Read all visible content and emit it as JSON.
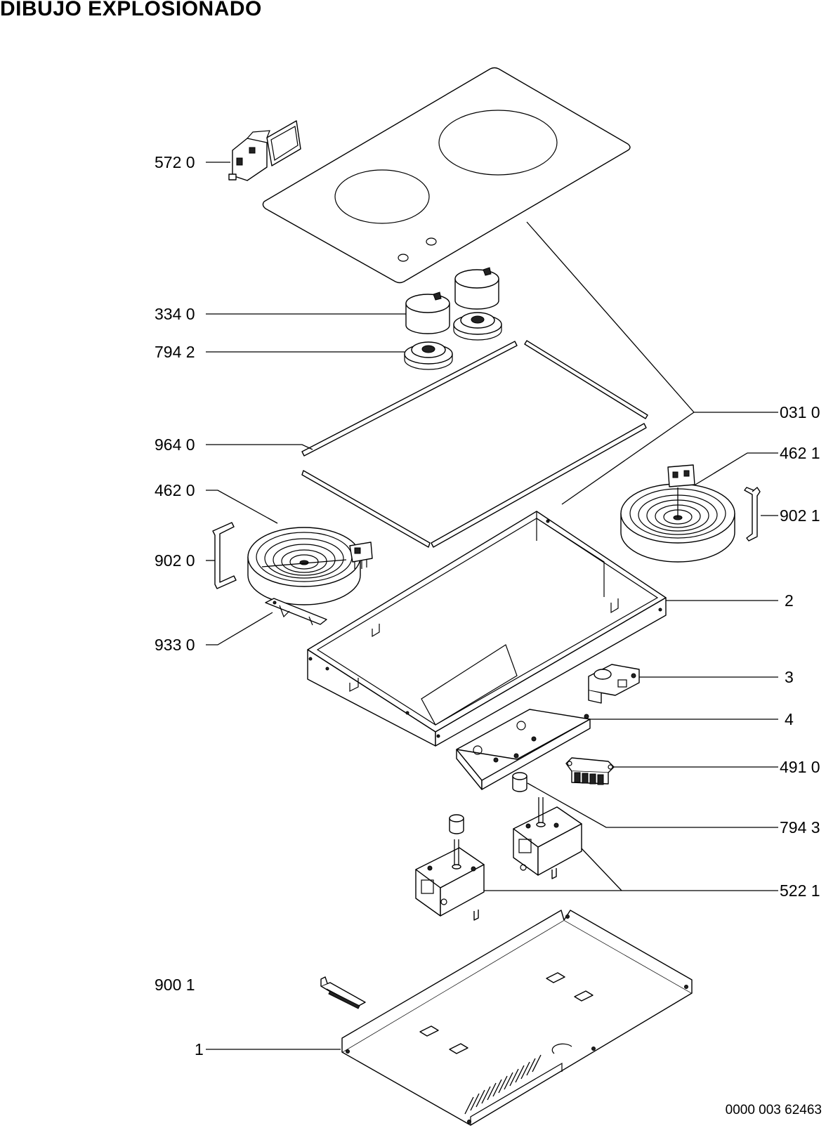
{
  "title": "DIBUJO EXPLOSIONADO",
  "document_number": "0000 003 62463",
  "labels": {
    "l5720": "572 0",
    "l3340": "334 0",
    "l7942": "794 2",
    "l9640": "964 0",
    "l4620": "462 0",
    "l9020": "902 0",
    "l9330": "933 0",
    "l0310": "031 0",
    "l4621": "462 1",
    "l9021": "902 1",
    "l2": "2",
    "l3": "3",
    "l4": "4",
    "l4910": "491 0",
    "l7943": "794 3",
    "l5221": "522 1",
    "l9001": "900 1",
    "l1": "1"
  }
}
